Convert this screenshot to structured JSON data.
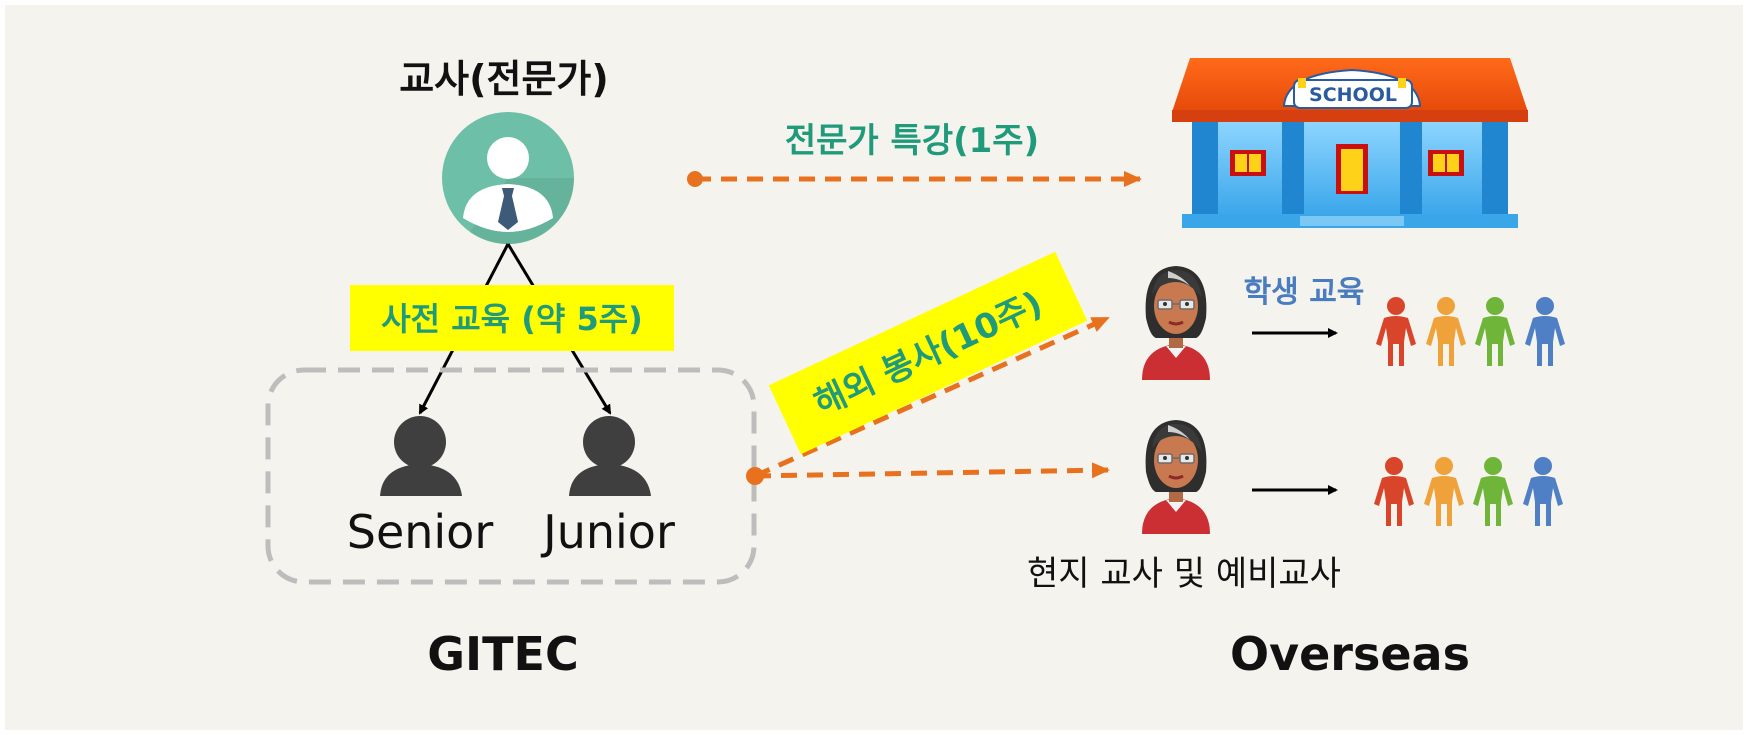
{
  "diagram": {
    "teacher_title": "교사(전문가)",
    "pre_training_label": "사전 교육 (약 5주)",
    "senior_label": "Senior",
    "junior_label": "Junior",
    "left_group_label": "GITEC",
    "right_group_label": "Overseas",
    "expert_lecture_label": "전문가 특강(1주)",
    "overseas_volunteer_label": "해외 봉사(10주)",
    "student_education_label": "학생 교육",
    "local_teachers_label": "현지 교사 및 예비교사",
    "school_sign": "SCHOOL"
  },
  "colors": {
    "background": "#f5f3ee",
    "green_text": "#1f9a7a",
    "blue_text": "#4a7cc0",
    "orange_arrow": "#e8711e",
    "yellow_box": "#ffff00",
    "dark_gray": "#3f3f3f",
    "dashed_gray": "#bdbdbd",
    "teal_circle": "#6dbfa7",
    "kid_red": "#d9452b",
    "kid_orange": "#f0a23a",
    "kid_green": "#6fb53a",
    "kid_blue": "#4f7fc4"
  },
  "icons": [
    "teacher-icon",
    "person-icon",
    "school-icon",
    "local-teacher-icon",
    "children-icon"
  ]
}
